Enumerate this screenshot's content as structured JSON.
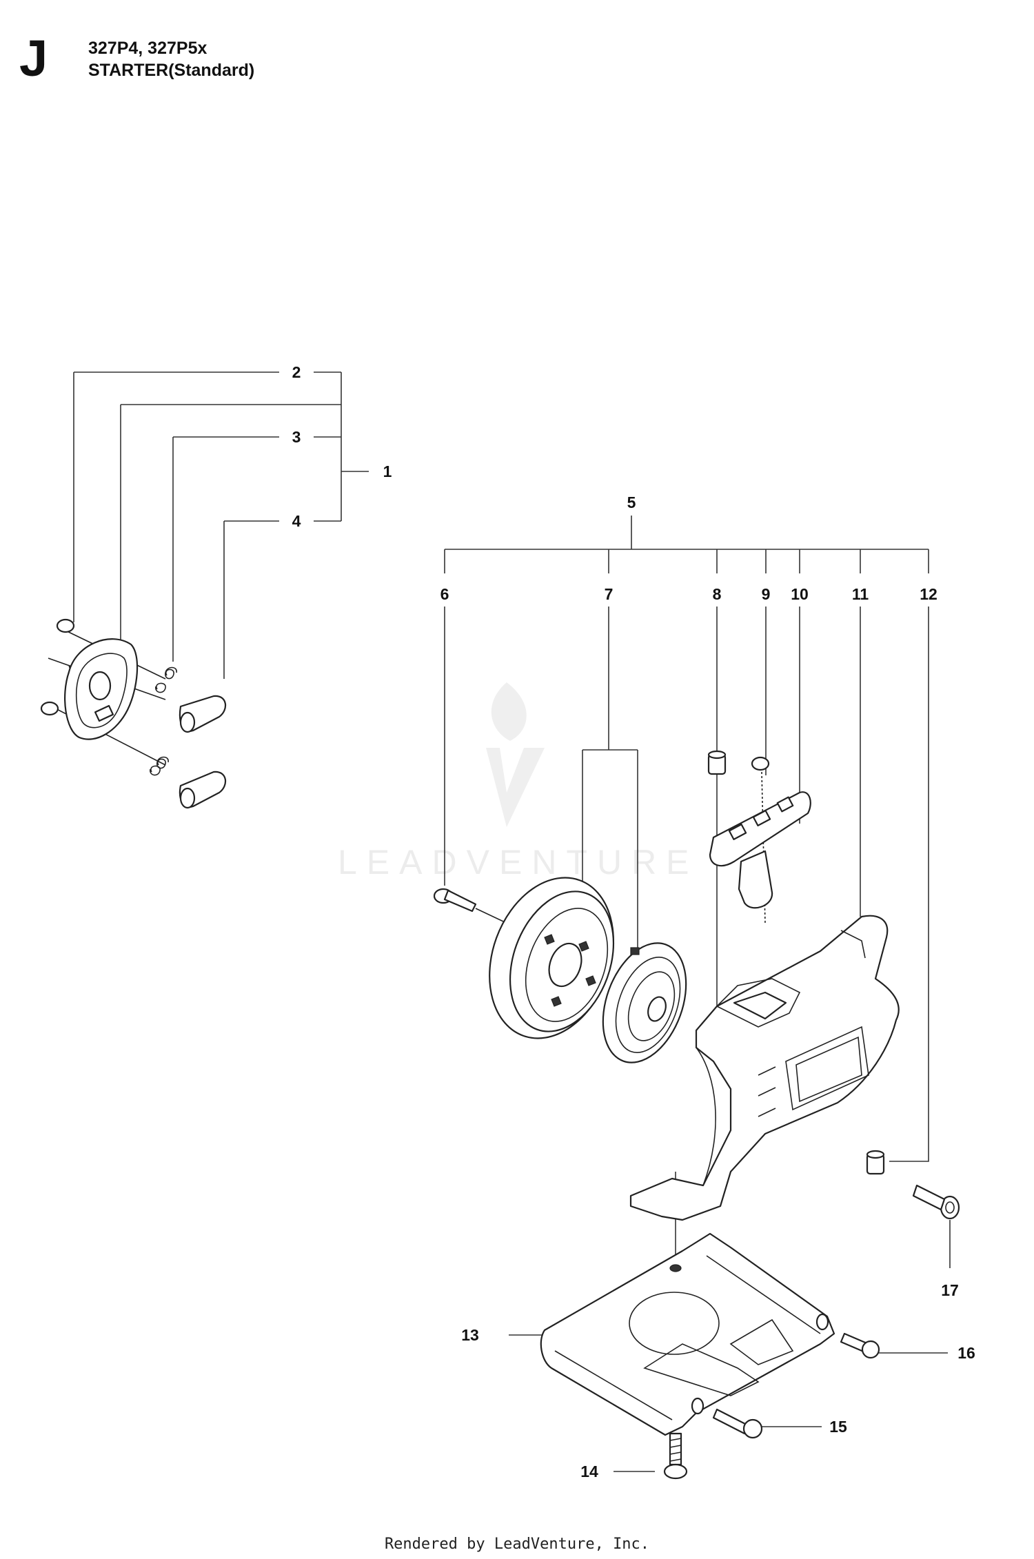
{
  "header": {
    "section_letter": "J",
    "models": "327P4, 327P5x",
    "section_title": "STARTER(Standard)"
  },
  "watermark": {
    "text": "LEADVENTURE"
  },
  "callouts": [
    "1",
    "2",
    "3",
    "4",
    "5",
    "6",
    "7",
    "8",
    "9",
    "10",
    "11",
    "12",
    "13",
    "14",
    "15",
    "16",
    "17"
  ],
  "footer": {
    "text": "Rendered by LeadVenture, Inc."
  }
}
